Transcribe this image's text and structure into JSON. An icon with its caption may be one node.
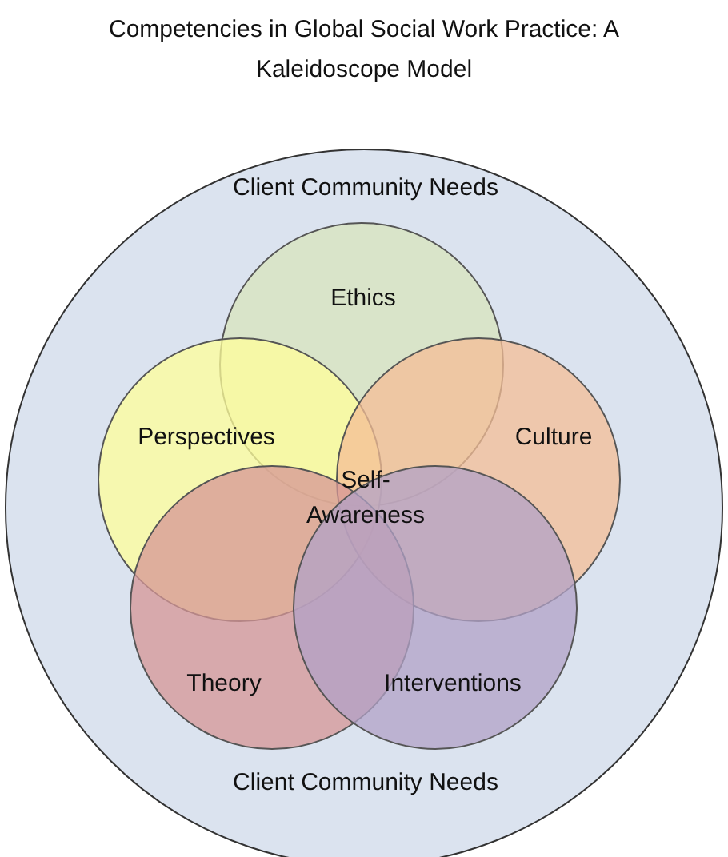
{
  "diagram": {
    "title": "Competencies in Global Social Work Practice: A Kaleidoscope Model",
    "nodes": [
      {
        "text": [
          "Client Community Needs",
          "Client Community Needs"
        ]
      },
      {
        "text": [
          "Ethics"
        ],
        "in": 0
      },
      {
        "text": [
          "Perspectives"
        ],
        "in": 0
      },
      {
        "text": [
          "Culture"
        ],
        "in": 0
      },
      {
        "text": [
          "Theory"
        ],
        "in": 0
      },
      {
        "text": [
          "Interventions"
        ],
        "in": 0
      }
    ],
    "edges": [],
    "labels": [
      "Self-Awareness"
    ]
  }
}
